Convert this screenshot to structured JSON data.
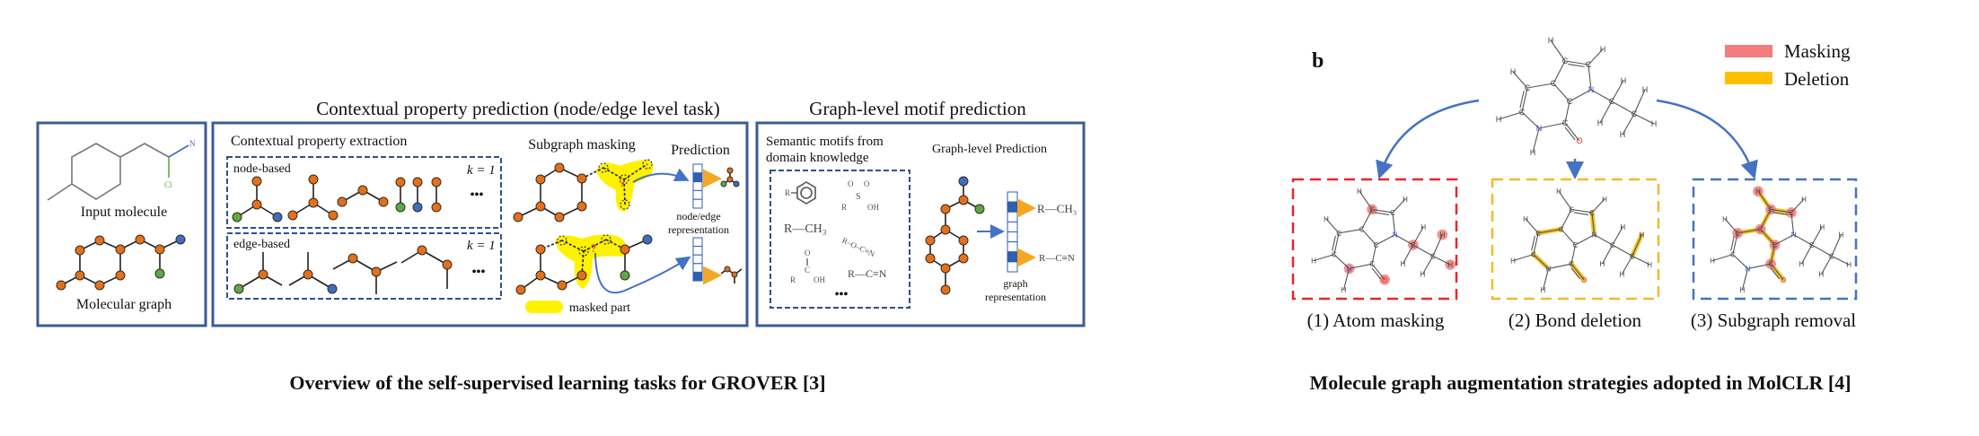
{
  "left_figure": {
    "title_contextual": "Contextual property prediction (node/edge level task)",
    "title_motif": "Graph-level motif prediction",
    "panel_input": {
      "input_label": "Input molecule",
      "graph_label": "Molecular graph",
      "atom_n": "N",
      "atom_cl": "Cl"
    },
    "panel_contextual": {
      "extraction_label": "Contextual property extraction",
      "node_based": "node-based",
      "edge_based": "edge-based",
      "k_label": "k = 1",
      "ellipsis": "•••",
      "masking_label": "Subgraph masking",
      "prediction_label": "Prediction",
      "question_mark": "?",
      "rep_line1": "node/edge",
      "rep_line2": "representation",
      "masked_part": "masked part"
    },
    "panel_motif": {
      "semantic_line1": "Semantic motifs from",
      "semantic_line2": "domain knowledge",
      "graph_pred_label": "Graph-level Prediction",
      "motif_r": "R",
      "motif_sulfonic": "S",
      "motif_o": "O",
      "motif_oh": "OH",
      "motif_rch3": "R—CH₃",
      "motif_rocn": "R‒O‒C≡N",
      "motif_c": "C",
      "motif_rcn": "R—C≡N",
      "ellipsis": "•••",
      "pred_out1": "R—CH₃",
      "pred_out2": "R—C≡N",
      "rep_line1": "graph",
      "rep_line2": "representation"
    },
    "caption": "Overview of the self-supervised learning tasks for GROVER [3]"
  },
  "right_figure": {
    "panel_letter": "b",
    "legend": [
      {
        "label": "Masking",
        "color": "#F47C7C"
      },
      {
        "label": "Deletion",
        "color": "#FFC000"
      }
    ],
    "strategies": [
      {
        "label": "(1) Atom masking",
        "color": "#E8262A"
      },
      {
        "label": "(2) Bond deletion",
        "color": "#F5B82E"
      },
      {
        "label": "(3) Subgraph removal",
        "color": "#4472C4"
      }
    ],
    "molecule": {
      "atoms": [
        "C",
        "C",
        "N",
        "C",
        "C",
        "C",
        "C",
        "N",
        "C",
        "O",
        "C",
        "C",
        "H",
        "H",
        "H",
        "H",
        "H",
        "H",
        "H",
        "H",
        "H",
        "H"
      ]
    },
    "caption": "Molecule graph augmentation strategies adopted in MolCLR [4]"
  },
  "colors": {
    "node_orange": "#E2711D",
    "node_green": "#5BAA46",
    "node_blue": "#3A6FC4",
    "highlight_yellow": "#FFF200",
    "arrow_blue": "#4472C4",
    "arrow_orange": "#F5A623",
    "panel_border": "#3B5B98"
  }
}
